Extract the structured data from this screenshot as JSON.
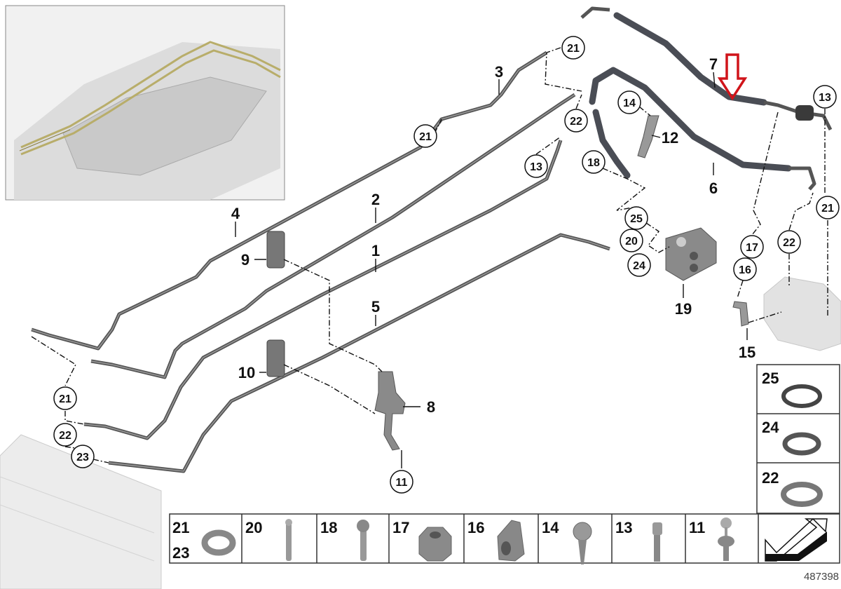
{
  "diagram_number": "487398",
  "callouts": {
    "c21a": "21",
    "c21b": "21",
    "c22a": "22",
    "c14": "14",
    "c13a": "13",
    "c18": "18",
    "c25": "25",
    "c20": "20",
    "c24": "24",
    "c17": "17",
    "c22b": "22",
    "c16": "16",
    "c13b": "13",
    "c21c": "21",
    "c21d": "21",
    "c22c": "22",
    "c23": "23",
    "c11": "11"
  },
  "labels": {
    "l1": "1",
    "l2": "2",
    "l3": "3",
    "l4": "4",
    "l5": "5",
    "l6": "6",
    "l7": "7",
    "l8": "8",
    "l9": "9",
    "l10": "10",
    "l12": "12",
    "l15": "15",
    "l19": "19"
  },
  "legend_side": [
    "25",
    "24",
    "22"
  ],
  "legend_bottom": [
    {
      "top": "21",
      "bottom": "23",
      "icon": "washer"
    },
    {
      "top": "20",
      "icon": "pin"
    },
    {
      "top": "18",
      "icon": "bolt"
    },
    {
      "top": "17",
      "icon": "hex-nut"
    },
    {
      "top": "16",
      "icon": "clip"
    },
    {
      "top": "14",
      "icon": "screw"
    },
    {
      "top": "13",
      "icon": "socket-screw"
    },
    {
      "top": "11",
      "icon": "rivet"
    }
  ],
  "colors": {
    "highlight_arrow": "#d0141a",
    "hose": "#4a4d55"
  }
}
